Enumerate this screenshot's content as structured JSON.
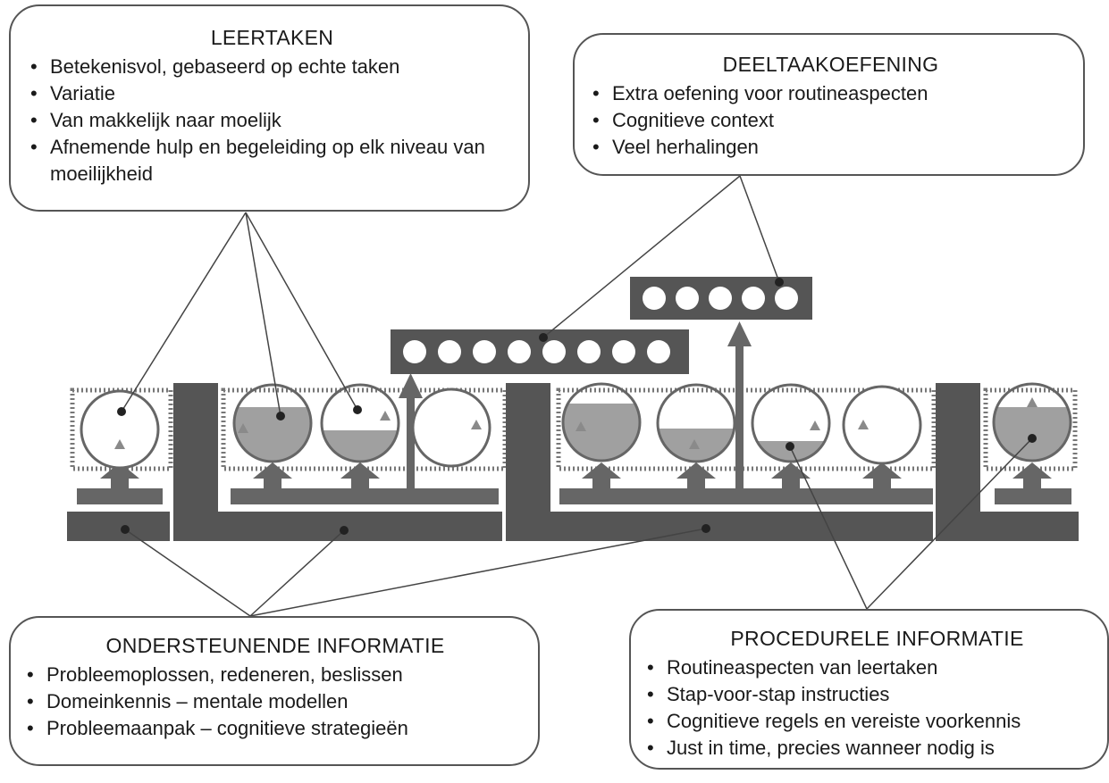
{
  "leertaken": {
    "title": "LEERTAKEN",
    "items": [
      "Betekenisvol, gebaseerd op echte taken",
      "Variatie",
      "Van makkelijk naar moelijk",
      "Afnemende hulp en begeleiding op elk niveau van moeilijkheid"
    ]
  },
  "deeltaak": {
    "title": "DEELTAAKOEFENING",
    "items": [
      "Extra oefening voor routineaspecten",
      "Cognitieve context",
      "Veel herhalingen"
    ]
  },
  "ondersteunend": {
    "title": "ONDERSTEUNENDE INFORMATIE",
    "items": [
      "Probleemoplossen, redeneren, beslissen",
      "Domeinkennis – mentale modellen",
      "Probleemaanpak – cognitieve strategieën"
    ]
  },
  "procedureel": {
    "title": "PROCEDURELE INFORMATIE",
    "items": [
      "Routineaspecten van leertaken",
      "Stap-voor-stap instructies",
      "Cognitieve regels en vereiste voorkennis",
      "Just in time, precies wanneer nodig is"
    ]
  },
  "colors": {
    "bar": "#555555",
    "fill": "#a0a0a0",
    "triangle": "#8a8a8a",
    "line": "#444444",
    "dots": "#777777"
  }
}
